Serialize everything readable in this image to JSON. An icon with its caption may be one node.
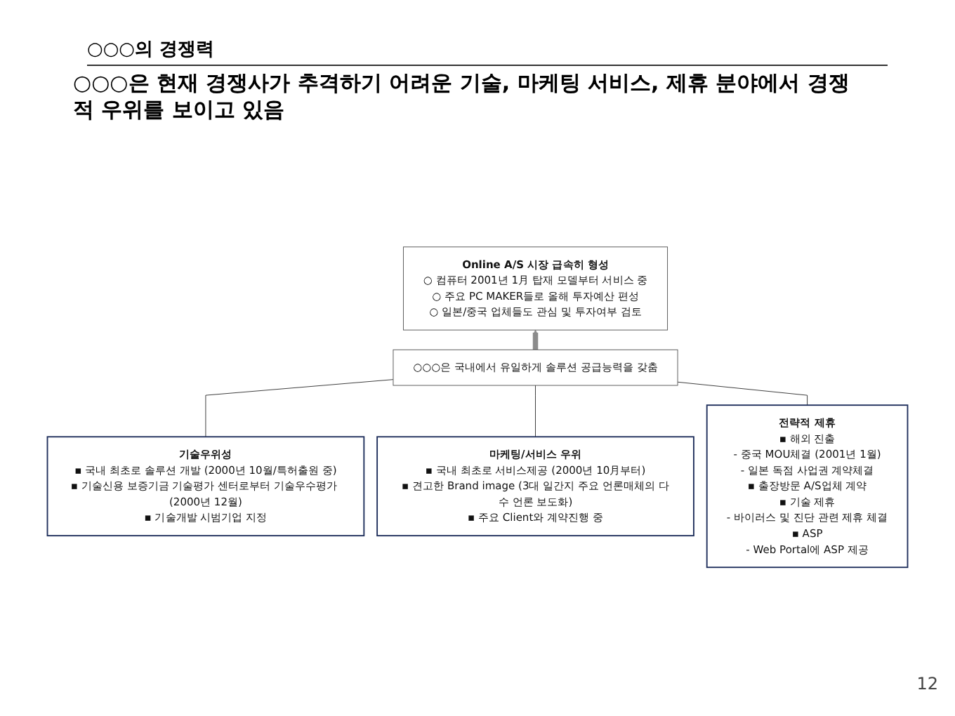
{
  "diagram": {
    "title": "○○○의 경쟁력",
    "nodes": [
      {
        "text": [
          "Online A/S 시장 급속히 형성",
          "○ 컴퓨터 2001년 1月 탑재 모델부터 서비스 중",
          "○ 주요 PC MAKER들로 올해 투자예산 편성",
          "○ 일본/중국 업체들도 관심 및 투자여부 검토"
        ]
      },
      {
        "text": [
          "○○○은 국내에서 유일하게 솔루션 공급능력을 갖춤"
        ]
      },
      {
        "text": [
          "기술우위성",
          "▪ 국내 최초로 솔루션 개발 (2000년 10월/특허출원 중)",
          "▪ 기술신용 보증기금 기술평가 센터로부터 기술우수평가 (2000년 12월)",
          "▪ 기술개발 시범기업 지정"
        ]
      },
      {
        "text": [
          "마케팅/서비스 우위",
          "▪ 국내 최초로 서비스제공 (2000년 10月부터)",
          "▪ 견고한 Brand image (3대 일간지 주요 언론매체의 다수 언론 보도화)",
          "▪ 주요 Client와 계약진행 중"
        ]
      },
      {
        "text": [
          "전략적 제휴",
          "▪ 해외 진출",
          "- 중국 MOU체결 (2001년 1월)",
          "- 일본 독점 사업권 계약체결",
          "▪ 출장방문 A/S업체 계약",
          "▪ 기술 제휴",
          "- 바이러스 및 진단 관련 제휴 체결",
          "▪ ASP",
          "- Web Portal에 ASP 제공"
        ]
      }
    ],
    "edges": [
      {
        "from": 1,
        "to": 0,
        "arrow": "to",
        "style": "thick",
        "color": "#8c8c8c"
      },
      {
        "from": 1,
        "to": 2,
        "arrow": "none"
      },
      {
        "from": 1,
        "to": 3,
        "arrow": "none"
      },
      {
        "from": 1,
        "to": 4,
        "arrow": "none"
      }
    ],
    "labels": [
      "○○○은 현재 경쟁사가 추격하기 어려운 기술, 마케팅 서비스, 제휴 분야에서 경쟁적 우위를 보이고 있음",
      "12"
    ]
  }
}
